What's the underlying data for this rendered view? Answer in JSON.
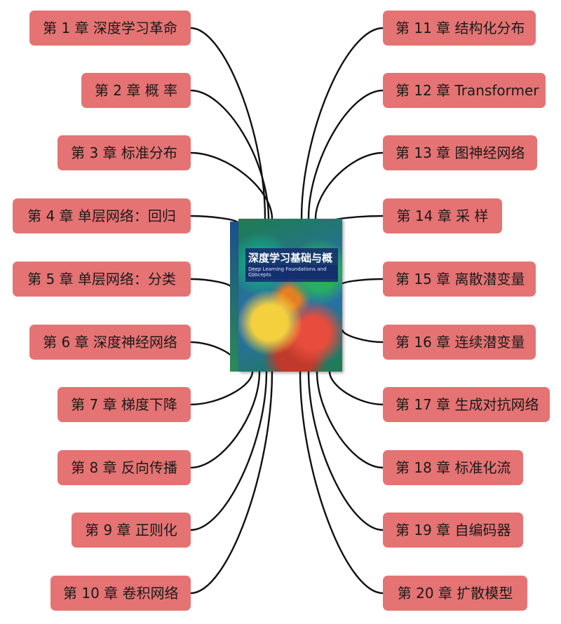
{
  "colors": {
    "node_fill": "#e57373",
    "node_text": "#1a1a1a",
    "connector": "#111111"
  },
  "book": {
    "title": "深度学习基础与概念",
    "subtitle": "Deep Learning Foundations and Concepts"
  },
  "left_chapters": [
    "第 1 章 深度学习革命",
    "第 2 章 概 率",
    "第 3 章 标准分布",
    "第 4 章 单层网络：回归",
    "第 5 章 单层网络：分类",
    "第 6 章 深度神经网络",
    "第 7 章 梯度下降",
    "第 8 章 反向传播",
    "第 9 章 正则化",
    "第 10 章 卷积网络"
  ],
  "right_chapters": [
    "第 11 章 结构化分布",
    "第 12 章 Transformer",
    "第 13 章 图神经网络",
    "第 14 章 采 样",
    "第 15 章 离散潜变量",
    "第 16 章 连续潜变量",
    "第 17 章 生成对抗网络",
    "第 18 章 标准化流",
    "第 19 章 自编码器",
    "第 20 章 扩散模型"
  ]
}
